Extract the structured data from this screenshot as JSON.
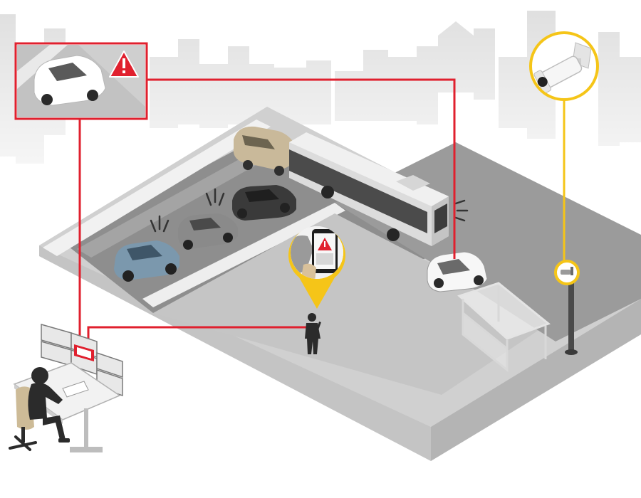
{
  "scene": {
    "kind": "illustration",
    "elements": [
      "skyline-background",
      "parking-lot",
      "parked-cars",
      "bus",
      "white-suv",
      "bus-shelter",
      "security-guard",
      "phone-alert-pin",
      "surveillance-camera",
      "camera-pole",
      "alert-thumbnail",
      "operator-workstation"
    ]
  },
  "colors": {
    "alert_red": "#e0202e",
    "camera_yellow": "#f5c518",
    "skyline": "#dcdcdc",
    "ground": "#c9c9c9",
    "lot": "#8f8f8f",
    "curb": "#ececec",
    "car_beige": "#c9b99a",
    "car_dark": "#3a3a3a",
    "car_grey": "#8a8a8a",
    "car_blue": "#7b98ad",
    "bus_body": "#e6e6e6",
    "bus_window": "#4b4b4b",
    "person": "#2b2b2b",
    "chair": "#cdbb97"
  },
  "icons": {
    "alert": "warning-triangle-icon",
    "camera": "bullet-camera-icon",
    "phone": "smartphone-icon",
    "pin": "location-pin-icon"
  }
}
